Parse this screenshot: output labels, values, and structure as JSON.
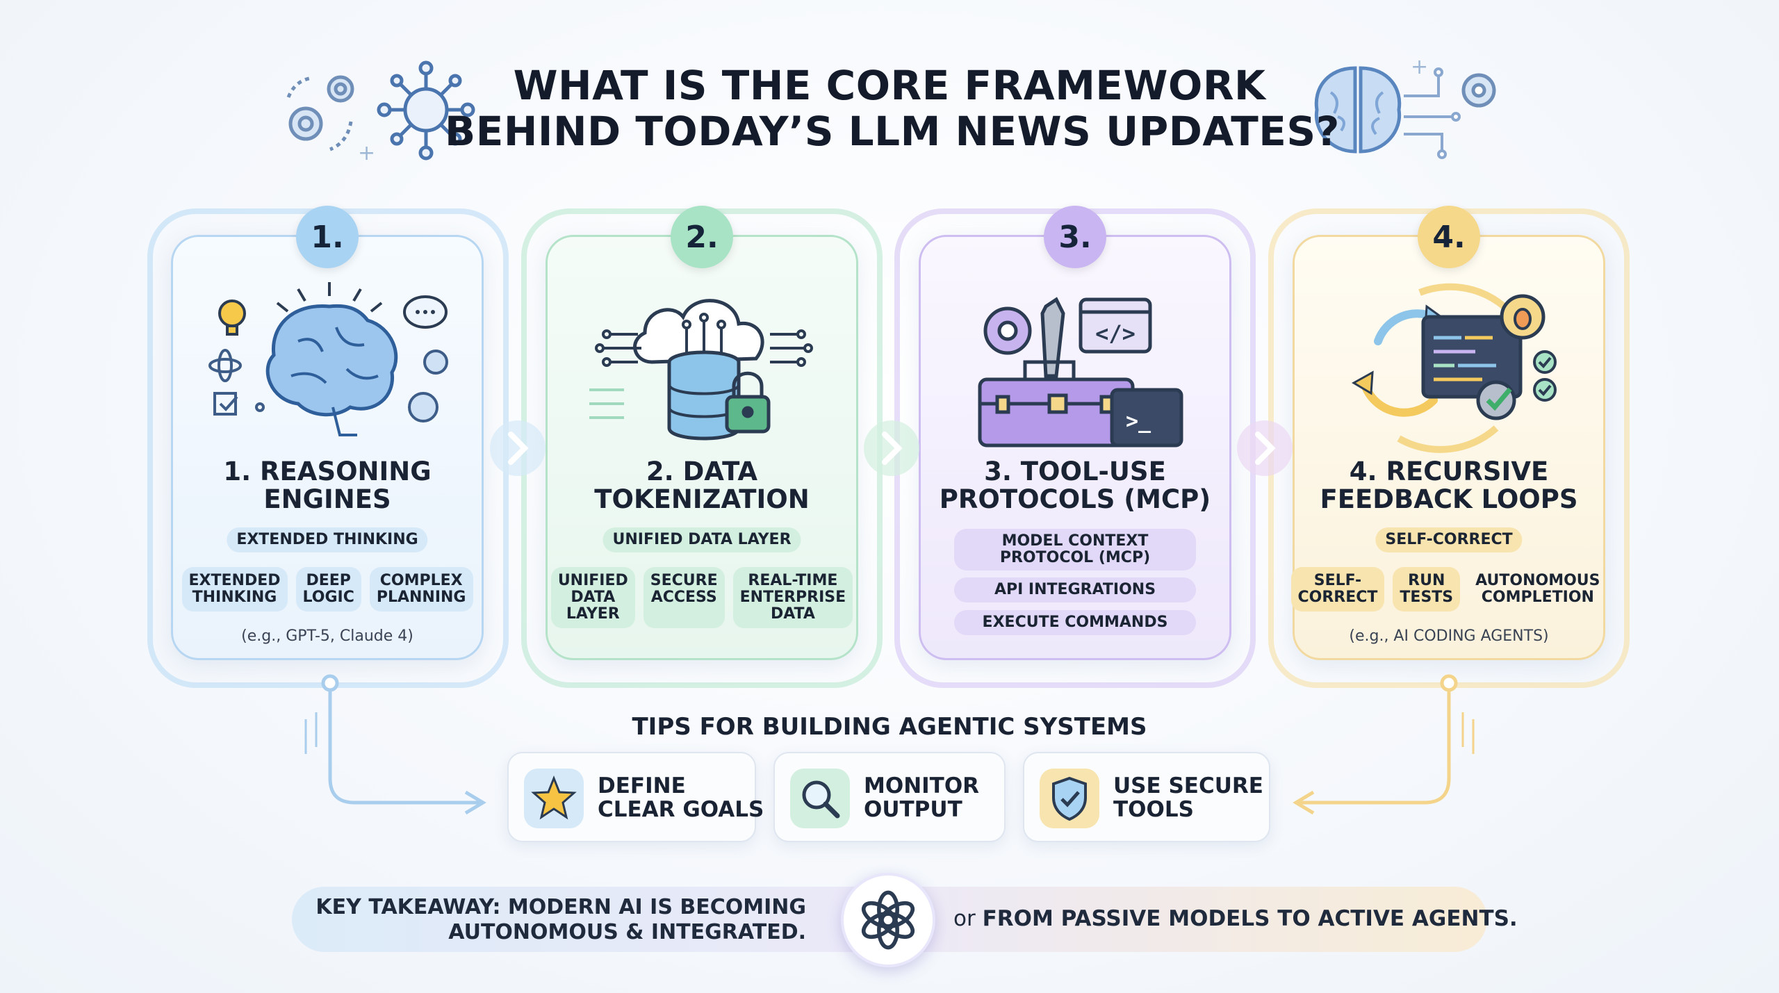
{
  "header": {
    "title_line1": "WHAT IS THE CORE FRAMEWORK",
    "title_line2": "BEHIND TODAY’S LLM NEWS UPDATES?"
  },
  "steps": [
    {
      "badge": "1.",
      "title_line1": "1. REASONING",
      "title_line2": "ENGINES",
      "pill": "EXTENDED THINKING",
      "chips": [
        [
          "EXTENDED",
          "THINKING"
        ],
        [
          "DEEP",
          "LOGIC"
        ],
        [
          "COMPLEX",
          "PLANNING"
        ]
      ],
      "example": "(e.g., GPT-5, Claude 4)",
      "color": "#a9d3f3"
    },
    {
      "badge": "2.",
      "title_line1": "2. DATA",
      "title_line2": "TOKENIZATION",
      "pill": "UNIFIED DATA LAYER",
      "chips": [
        [
          "UNIFIED",
          "DATA",
          "LAYER"
        ],
        [
          "SECURE",
          "ACCESS"
        ],
        [
          "REAL-TIME",
          "ENTERPRISE",
          "DATA"
        ]
      ],
      "color": "#a7e3c4"
    },
    {
      "badge": "3.",
      "title_line1": "3. TOOL-USE",
      "title_line2": "PROTOCOLS (MCP)",
      "pills": [
        [
          "MODEL CONTEXT",
          "PROTOCOL (MCP)"
        ],
        [
          "API INTEGRATIONS"
        ],
        [
          "EXECUTE COMMANDS"
        ]
      ],
      "color": "#c9b5f1"
    },
    {
      "badge": "4.",
      "title_line1": "4. RECURSIVE",
      "title_line2": "FEEDBACK LOOPS",
      "pill": "SELF-CORRECT",
      "chips": [
        [
          "SELF-",
          "CORRECT"
        ],
        [
          "RUN",
          "TESTS"
        ],
        [
          "AUTONOMOUS",
          "COMPLETION"
        ]
      ],
      "example": "(e.g., AI CODING AGENTS)",
      "color": "#f6d88a"
    }
  ],
  "tips": {
    "title": "TIPS FOR BUILDING AGENTIC SYSTEMS",
    "items": [
      {
        "line1": "DEFINE",
        "line2": "CLEAR GOALS",
        "icon": "star-icon"
      },
      {
        "line1": "MONITOR",
        "line2": "OUTPUT",
        "icon": "magnifier-icon"
      },
      {
        "line1": "USE SECURE",
        "line2": "TOOLS",
        "icon": "shield-check-icon"
      }
    ]
  },
  "takeaway": {
    "left_line1": "KEY TAKEAWAY: MODERN AI IS BECOMING",
    "left_line2": "AUTONOMOUS & INTEGRATED.",
    "right_prefix": "or",
    "right_text": "FROM PASSIVE MODELS TO ACTIVE AGENTS.",
    "logo": "openai-knot-logo"
  },
  "colors": {
    "blue": "#a9d3f3",
    "green": "#a7e3c4",
    "purple": "#c9b5f1",
    "yellow": "#f6d88a"
  }
}
